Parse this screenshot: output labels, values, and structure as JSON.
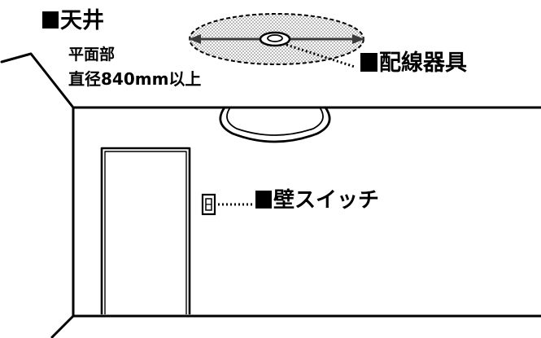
{
  "ceiling": {
    "title": "天井",
    "sub_label": "平面部",
    "size_label": "直径840mm以上"
  },
  "wiring": {
    "label": "配線器具"
  },
  "switch": {
    "label": "壁スイッチ"
  },
  "colors": {
    "ink": "#000000",
    "paper": "#ffffff",
    "dotted_area": "#d9d9d9"
  }
}
